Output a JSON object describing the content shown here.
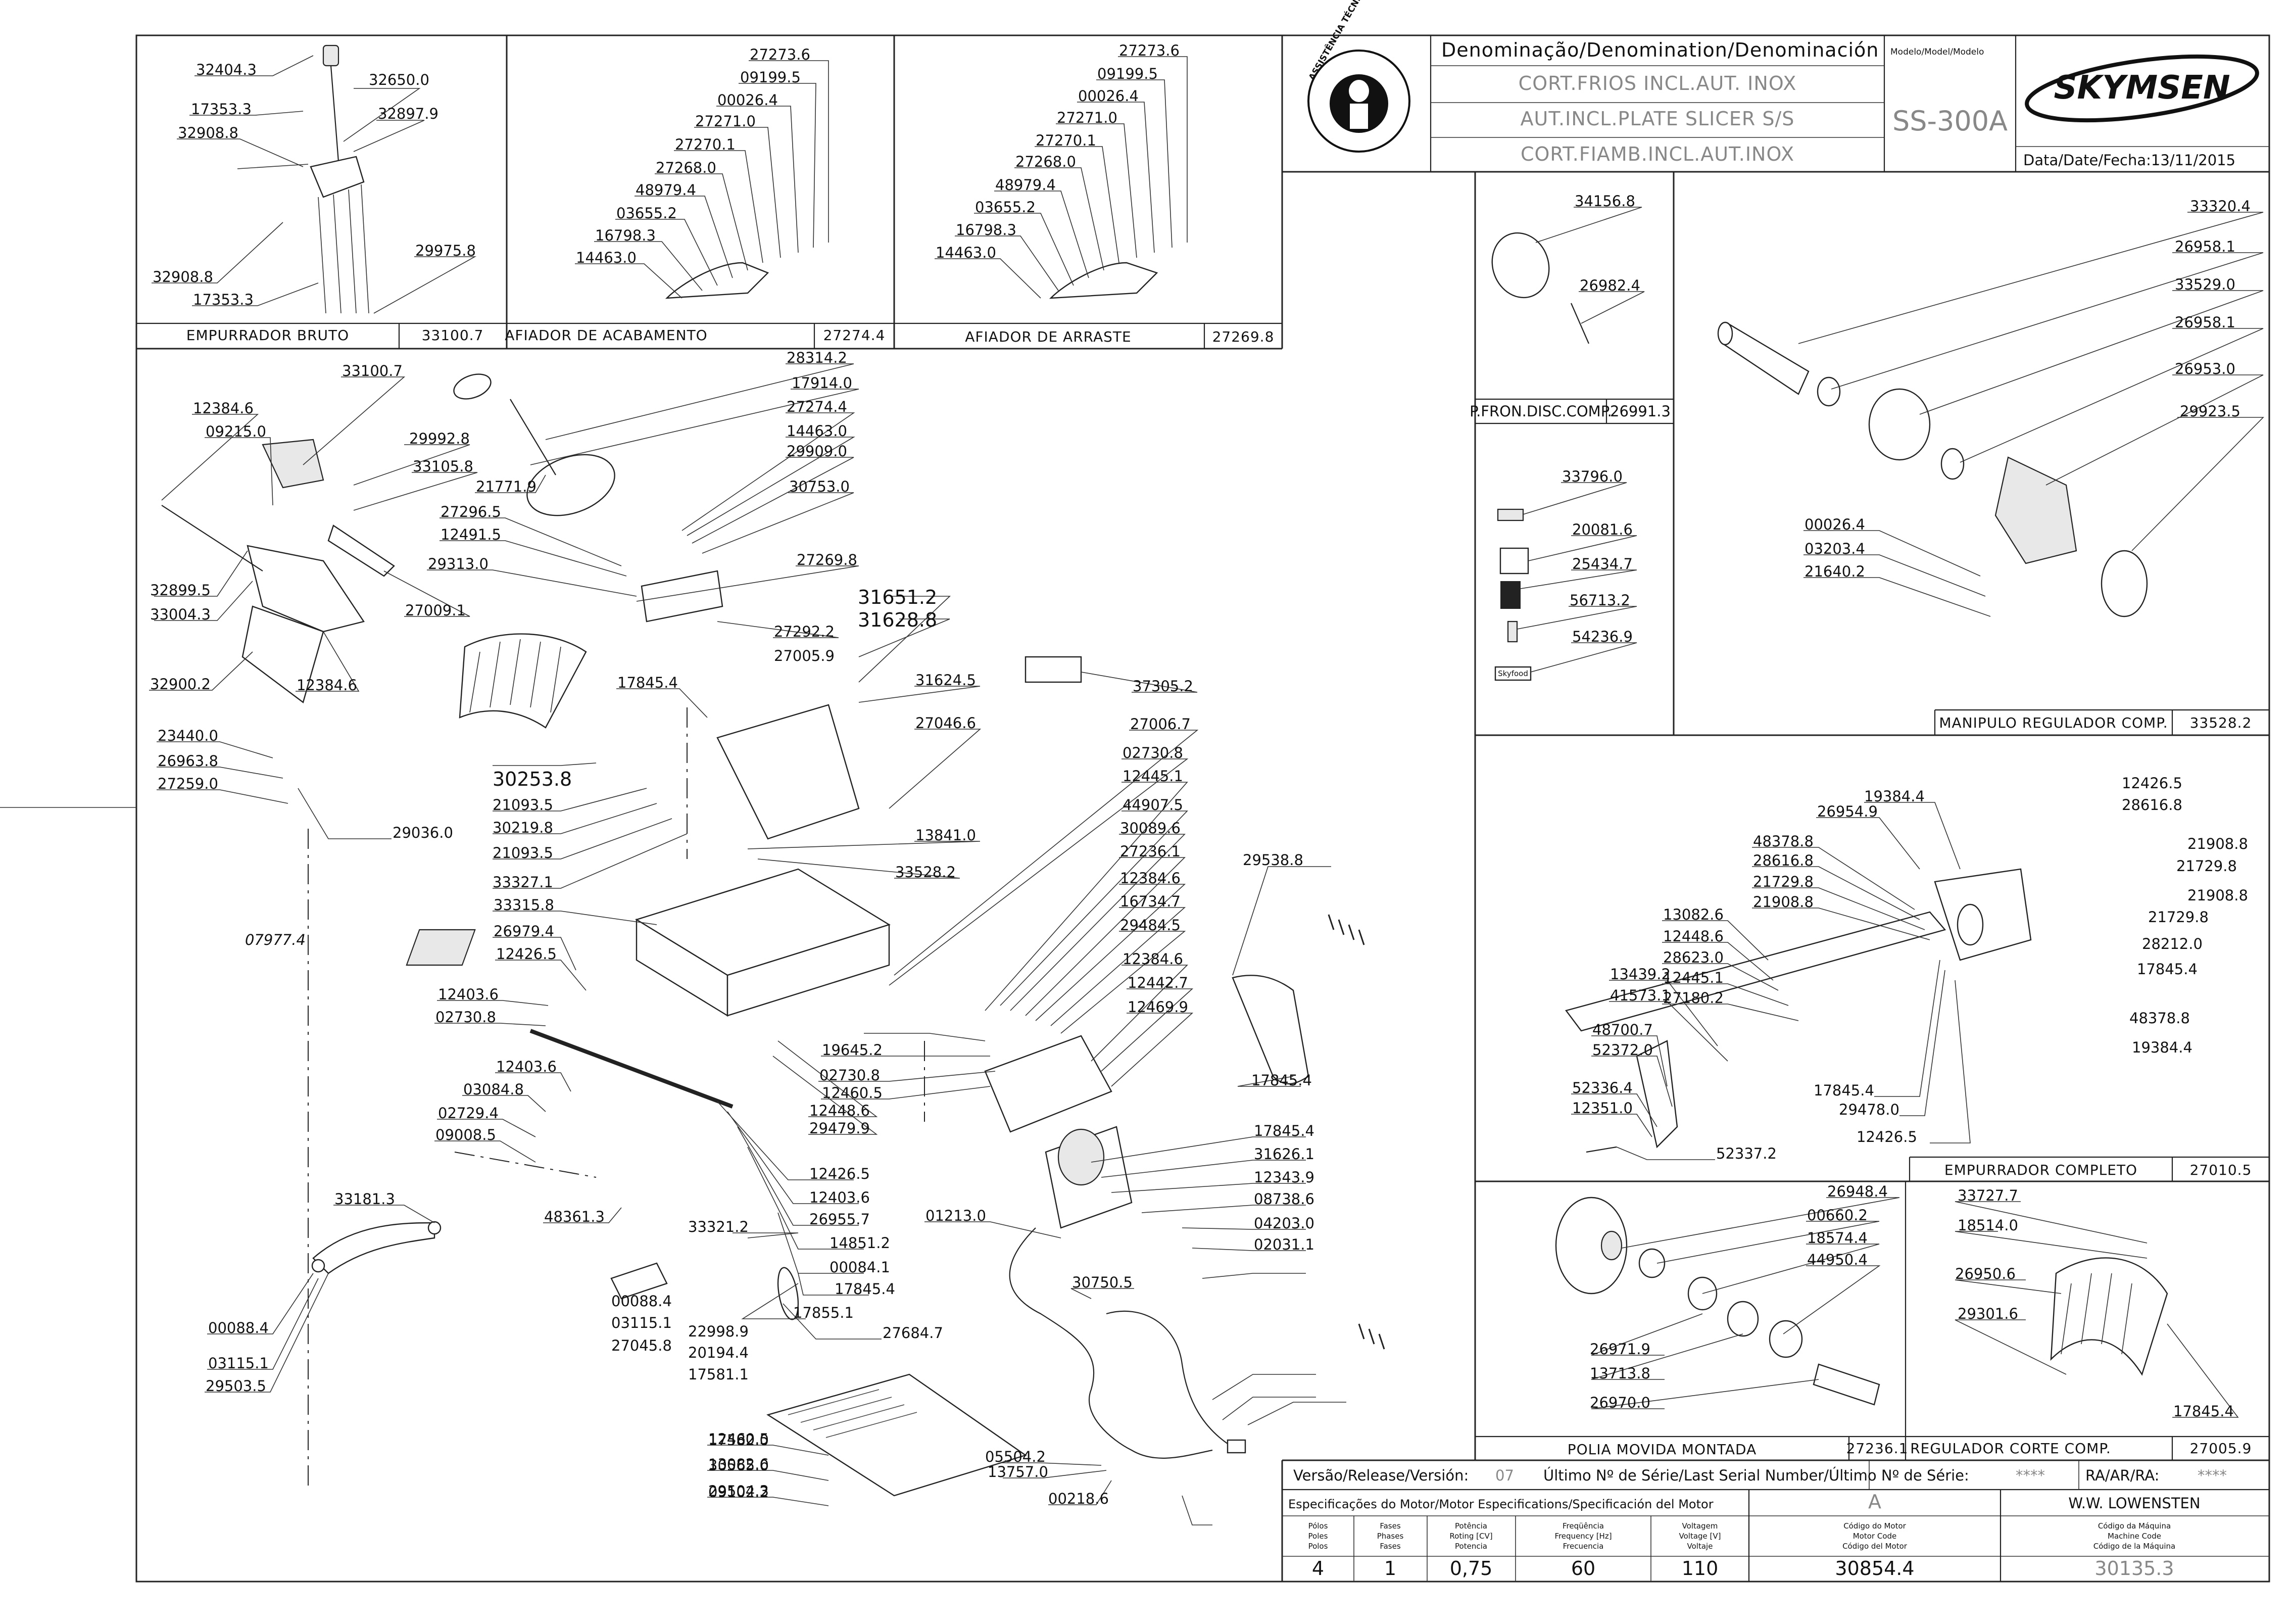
{
  "header": {
    "denomination_title": "Denominação/Denomination/Denominación",
    "model_title": "Modelo/Model/Modelo",
    "denominations": [
      "CORT.FRIOS INCL.AUT. INOX",
      "AUT.INCL.PLATE SLICER S/S",
      "CORT.FIAMB.INCL.AUT.INOX"
    ],
    "model": "SS-300A",
    "brand": "SKYMSEN",
    "seal_text": "ASSISTÊNCIA TÉCNICA AUTORIZADA",
    "date_label": "Data/Date/Fecha:",
    "date": "13/11/2015"
  },
  "footer": {
    "version_label": "Versão/Release/Versión:",
    "version": "07",
    "serial_label": "Último Nº de Série/Last Serial Number/Último Nº de Série:",
    "serial_value": "****",
    "ra_label": "RA/AR/RA:",
    "ra_value": "****",
    "motor_spec_title": "Especificações do Motor/Motor Especifications/Specificación del Motor",
    "motor_letter": "A",
    "motor_manufacturer": "W.W. LOWENSTEN",
    "col_poles": "Pólos\nPoles\nPolos",
    "col_phases": "Fases\nPhases\nFases",
    "col_power": "Potência\nRoting [CV]\nPotencia",
    "col_freq": "Freqüência\nFrequency [Hz]\nFrecuencia",
    "col_voltage": "Voltagem\nVoltage [V]\nVoltaje",
    "col_motor_code": "Código do Motor\nMotor Code\nCódigo del Motor",
    "col_machine_code": "Código da Máquina\nMachine Code\nCódigo de la Máquina",
    "poles": "4",
    "phases": "1",
    "power": "0,75",
    "frequency": "60",
    "voltage": "110",
    "motor_code": "30854.4",
    "machine_code": "30135.3"
  },
  "panels": {
    "empurrador_bruto": {
      "name": "EMPURRADOR BRUTO",
      "code": "33100.7"
    },
    "afiador_acabamento": {
      "name": "AFIADOR DE ACABAMENTO",
      "code": "27274.4"
    },
    "afiador_arraste": {
      "name": "AFIADOR DE ARRASTE",
      "code": "27269.8"
    },
    "p_fron_disc": {
      "name": "P.FRON.DISC.COMP.",
      "code": "26991.3"
    },
    "manipulo": {
      "name": "MANIPULO REGULADOR COMP.",
      "code": "33528.2"
    },
    "empurrador_completo": {
      "name": "EMPURRADOR COMPLETO",
      "code": "27010.5"
    },
    "polia": {
      "name": "POLIA MOVIDA MONTADA",
      "code": "27236.1"
    },
    "regulador": {
      "name": "REGULADOR CORTE COMP.",
      "code": "27005.9"
    }
  },
  "labels": {
    "emp_bruto": [
      "32404.3",
      "32650.0",
      "17353.3",
      "32897.9",
      "32908.8",
      "32908.8",
      "17353.3",
      "29975.8"
    ],
    "afiador_acab": [
      "27273.6",
      "09199.5",
      "00026.4",
      "27271.0",
      "27270.1",
      "27268.0",
      "48979.4",
      "03655.2",
      "16798.3",
      "14463.0"
    ],
    "afiador_arr": [
      "27273.6",
      "09199.5",
      "00026.4",
      "27271.0",
      "27270.1",
      "27268.0",
      "48979.4",
      "03655.2",
      "16798.3",
      "14463.0"
    ],
    "disc": [
      "34156.8",
      "26982.4"
    ],
    "stickers": [
      "33796.0",
      "20081.6",
      "25434.7",
      "56713.2",
      "54236.9"
    ],
    "manip": [
      "33320.4",
      "26958.1",
      "33529.0",
      "26958.1",
      "26953.0",
      "29923.5",
      "00026.4",
      "03203.4",
      "21640.2"
    ],
    "emp_comp_left": [
      "19384.4",
      "26954.9",
      "48378.8",
      "28616.8",
      "21729.8",
      "21908.8",
      "13082.6",
      "12448.6",
      "28623.0",
      "12445.1",
      "27180.2",
      "13439.2",
      "41573.1",
      "48700.7",
      "52372.0",
      "52336.4",
      "12351.0",
      "52337.2",
      "17845.4",
      "29478.0",
      "12426.5"
    ],
    "emp_comp_right": [
      "12426.5",
      "28616.8",
      "21908.8",
      "21729.8",
      "21908.8",
      "21729.8",
      "28212.0",
      "17845.4",
      "48378.8",
      "19384.4"
    ],
    "polia": [
      "26948.4",
      "00660.2",
      "18574.4",
      "44950.4",
      "26971.9",
      "13713.8",
      "26970.0"
    ],
    "regul": [
      "33727.7",
      "18514.0",
      "26950.6",
      "29301.6",
      "17845.4"
    ],
    "main_left": [
      "33100.7",
      "12384.6",
      "09215.0",
      "29992.8",
      "33105.8",
      "32899.5",
      "33004.3",
      "27009.1",
      "32900.2",
      "12384.6",
      "23440.0",
      "26963.8",
      "27259.0",
      "29036.0",
      "07977.4",
      "33181.3",
      "00088.4",
      "03115.1",
      "29503.5"
    ],
    "main_mid": [
      "28314.2",
      "17914.0",
      "27274.4",
      "14463.0",
      "29909.0",
      "30753.0",
      "21771.9",
      "27296.5",
      "12491.5",
      "29313.0",
      "27269.8",
      "27292.2",
      "27005.9",
      "31651.2",
      "31628.8",
      "31624.5",
      "17845.4",
      "27046.6",
      "30253.8",
      "21093.5",
      "30219.8",
      "21093.5",
      "33327.1",
      "13841.0",
      "33528.2",
      "33315.8",
      "26979.4",
      "12426.5",
      "12403.6",
      "02730.8",
      "12403.6",
      "03084.8",
      "02729.4",
      "09008.5",
      "48361.3",
      "37305.2",
      "27006.7",
      "02730.8",
      "12445.1",
      "44907.5",
      "30089.6",
      "27236.1",
      "12384.6",
      "16734.7",
      "29484.5",
      "12384.6",
      "12442.7",
      "12469.9",
      "29538.8",
      "19645.2",
      "02730.8",
      "12460.5",
      "12448.6",
      "29479.9",
      "12426.5",
      "12403.6",
      "26955.7",
      "33321.2",
      "14851.2",
      "00084.1",
      "17845.4",
      "17855.1",
      "27684.7",
      "17845.4",
      "17845.4",
      "31626.1",
      "12343.9",
      "08738.6",
      "04203.0",
      "02031.1",
      "01213.0",
      "30750.5",
      "12460.5",
      "13082.6",
      "29504.3",
      "00088.4",
      "03115.1",
      "27045.8",
      "22998.9",
      "20194.4",
      "17581.1",
      "17582.0",
      "30565.0",
      "09102.2",
      "05504.2",
      "13757.0",
      "00218.6"
    ]
  }
}
